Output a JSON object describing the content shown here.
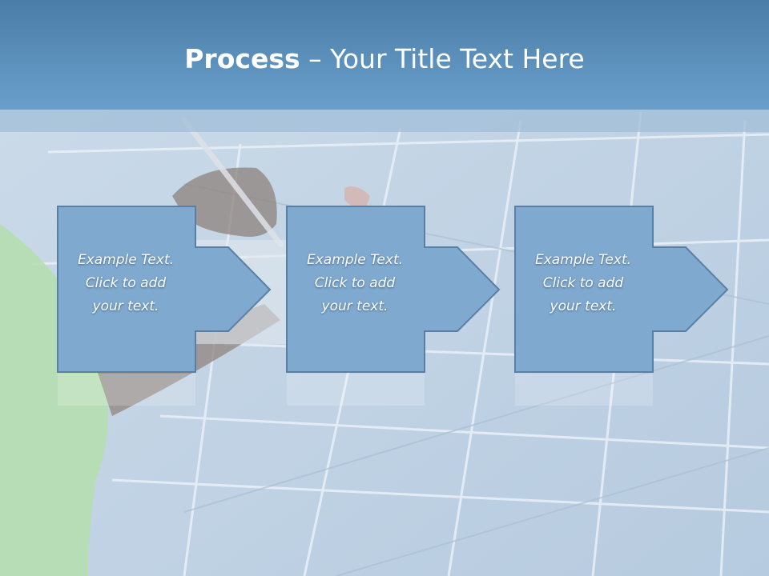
{
  "slide": {
    "title_bold": "Process",
    "title_rest": " – Your Title Text Here"
  },
  "steps": [
    {
      "text": "Example Text.\nClick  to add\nyour text."
    },
    {
      "text": "Example Text.\nClick  to add\nyour text."
    },
    {
      "text": "Example Text.\nClick  to add\nyour text."
    }
  ],
  "colors": {
    "title_bar": "#5a8fbb",
    "box_fill": "#7fa9cf",
    "box_stroke": "#5a7fa4",
    "title_text": "#ffffff"
  }
}
